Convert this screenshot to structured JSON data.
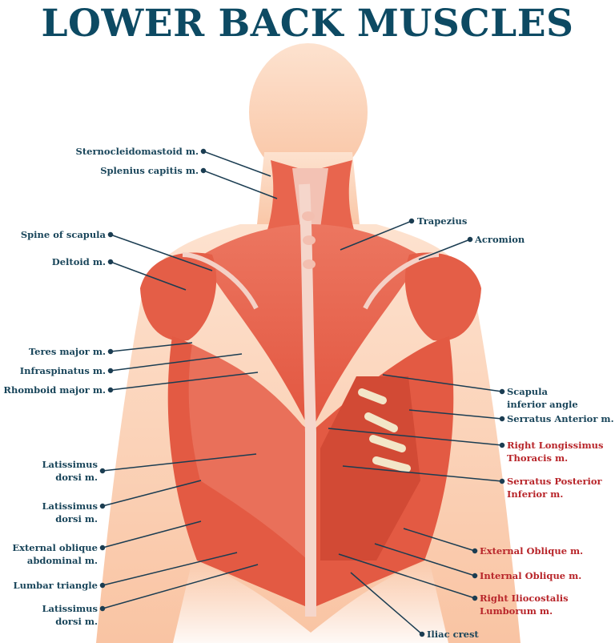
{
  "title": "LOWER BACK MUSCLES",
  "colors": {
    "title": "#0d4a63",
    "label_blue": "#19455a",
    "label_red": "#b8252a",
    "skin": "#fbd0b3",
    "muscle": "#e8654e",
    "muscle_dark": "#c7422f",
    "tendon": "#f7d9cf",
    "bone": "#f3e6c8"
  },
  "labels_left": [
    {
      "lines": [
        "Sternocleidomastoid m."
      ]
    },
    {
      "lines": [
        "Splenius capitis m."
      ]
    },
    {
      "lines": [
        "Spine of scapula"
      ]
    },
    {
      "lines": [
        "Deltoid m."
      ]
    },
    {
      "lines": [
        "Teres major m."
      ]
    },
    {
      "lines": [
        "Infraspinatus m."
      ]
    },
    {
      "lines": [
        "Rhomboid major m."
      ]
    },
    {
      "lines": [
        "Latissimus",
        "dorsi m."
      ]
    },
    {
      "lines": [
        "Latissimus",
        "dorsi m."
      ]
    },
    {
      "lines": [
        "External oblique",
        "abdominal m."
      ]
    },
    {
      "lines": [
        "Lumbar triangle"
      ]
    },
    {
      "lines": [
        "Latissimus",
        "dorsi m."
      ]
    }
  ],
  "labels_right": [
    {
      "lines": [
        "Trapezius"
      ],
      "highlight": false
    },
    {
      "lines": [
        "Acromion"
      ],
      "highlight": false
    },
    {
      "lines": [
        "Scapula",
        "inferior angle"
      ],
      "highlight": false
    },
    {
      "lines": [
        "Serratus Anterior m."
      ],
      "highlight": false
    },
    {
      "lines": [
        "Right Longissimus",
        "Thoracis m."
      ],
      "highlight": true
    },
    {
      "lines": [
        "Serratus Posterior",
        "Inferior m."
      ],
      "highlight": true
    },
    {
      "lines": [
        "External Oblique m."
      ],
      "highlight": true
    },
    {
      "lines": [
        "Internal Oblique m."
      ],
      "highlight": true
    },
    {
      "lines": [
        "Right Iliocostalis",
        "Lumborum m."
      ],
      "highlight": true
    },
    {
      "lines": [
        "Iliac crest"
      ],
      "highlight": false
    }
  ]
}
